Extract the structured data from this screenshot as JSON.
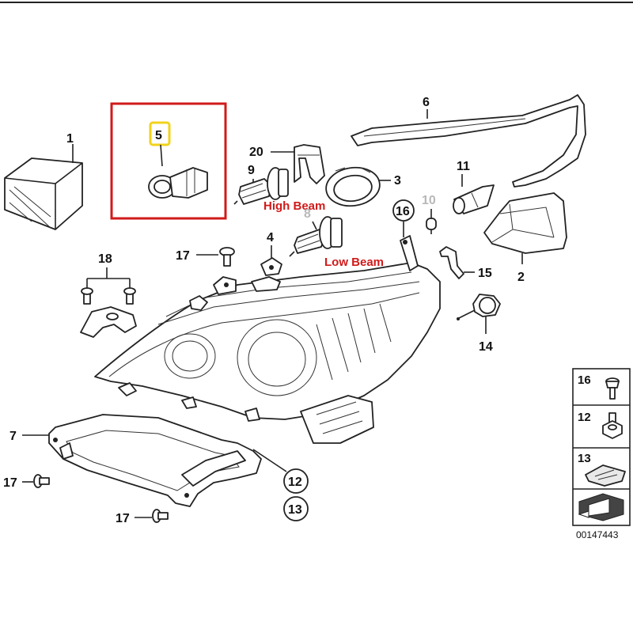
{
  "labels": {
    "p1": "1",
    "p2": "2",
    "p3": "3",
    "p4": "4",
    "p5": "5",
    "p6": "6",
    "p7": "7",
    "p8": "8",
    "p9": "9",
    "p10": "10",
    "p11": "11",
    "p12": "12",
    "p13": "13",
    "p14": "14",
    "p15": "15",
    "p16": "16",
    "p17a": "17",
    "p17b": "17",
    "p17c": "17",
    "p18": "18",
    "p20": "20"
  },
  "callouts": {
    "high_beam": "High Beam",
    "low_beam": "Low Beam"
  },
  "legend": {
    "items": [
      "16",
      "12",
      "13"
    ]
  },
  "diagram_code": "00147443",
  "colors": {
    "highlight_box": "#d11a1a",
    "highlight_label": "#f2d21b",
    "callout_text": "#d11a1a"
  }
}
